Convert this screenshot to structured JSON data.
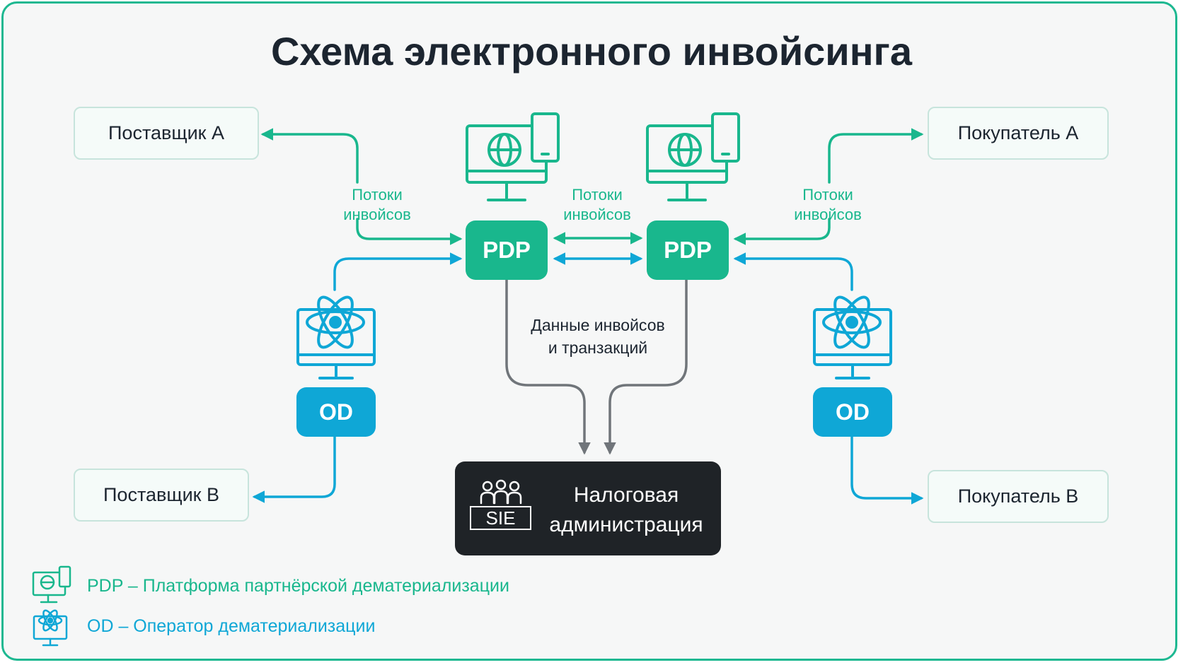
{
  "title": "Схема электронного инвойсинга",
  "parties": {
    "supplier_a": "Поставщик А",
    "supplier_b": "Поставщик В",
    "buyer_a": "Покупатель А",
    "buyer_b": "Покупатель В"
  },
  "nodes": {
    "pdp_left": "PDP",
    "pdp_right": "PDP",
    "od_left": "OD",
    "od_right": "OD"
  },
  "flow_labels": {
    "left": [
      "Потоки",
      "инвойсов"
    ],
    "middle": [
      "Потоки",
      "инвойсов"
    ],
    "right": [
      "Потоки",
      "инвойсов"
    ]
  },
  "data_label": [
    "Данные инвойсов",
    "и транзакций"
  ],
  "tax": {
    "label": [
      "Налоговая",
      "администрация"
    ],
    "badge": "SIE"
  },
  "legend": {
    "pdp": "PDP – Платформа партнёрской дематериализации",
    "od": "OD – Оператор дематериализации"
  },
  "colors": {
    "pdp": "#19b78d",
    "od": "#0fa7d6",
    "data_flow": "#70757a",
    "tax": "#1f2327"
  },
  "icons": {
    "pdp": "monitor-globe-phone-icon",
    "od": "monitor-atom-icon",
    "tax": "people-icon"
  }
}
